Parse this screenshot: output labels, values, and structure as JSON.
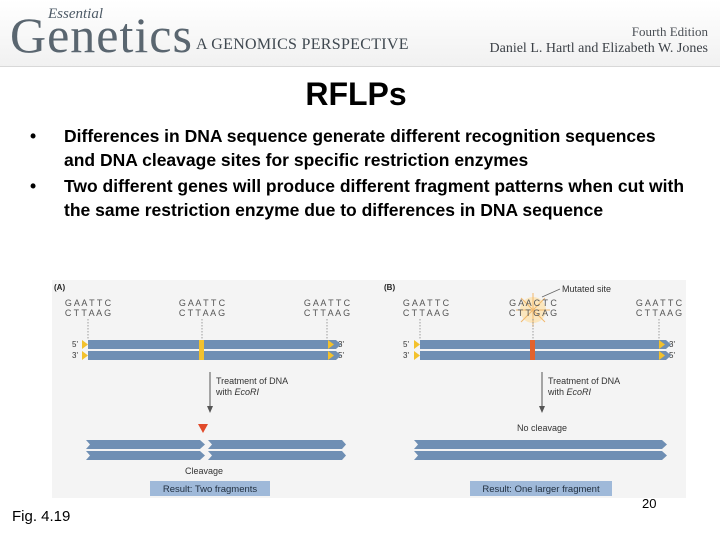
{
  "header": {
    "logo_top": "Essential",
    "logo_main": "Genetics",
    "logo_subtitle": "A GENOMICS PERSPECTIVE",
    "edition": "Fourth Edition",
    "authors": "Daniel L. Hartl and Elizabeth W. Jones"
  },
  "slide": {
    "title": "RFLPs",
    "bullets": [
      "Differences in DNA sequence generate different recognition sequences and DNA cleavage sites for specific restriction enzymes",
      "Two different genes will produce different fragment patterns when cut with the same restriction enzyme due to differences in DNA sequence"
    ],
    "figure_label": "Fig. 4.19",
    "page_number": "20"
  },
  "figure": {
    "panel_a": {
      "letter": "(A)",
      "site_top": "G A A T T C",
      "site_bottom": "C T T A A G",
      "end_5": "5'",
      "end_3": "3'",
      "treatment_line1": "Treatment of DNA",
      "treatment_line2_prefix": "with ",
      "enzyme": "EcoRI",
      "cleavage_label": "Cleavage",
      "result": "Result: Two fragments"
    },
    "panel_b": {
      "letter": "(B)",
      "site_top": "G A A T T C",
      "site_bottom": "C T T A A G",
      "mutated_top": "G A A C T C",
      "mutated_bottom": "C T T G A G",
      "mutated_label": "Mutated site",
      "end_5": "5'",
      "end_3": "3'",
      "treatment_line1": "Treatment of DNA",
      "treatment_line2_prefix": "with ",
      "enzyme": "EcoRI",
      "no_cleavage_label": "No cleavage",
      "result": "Result: One larger fragment"
    },
    "colors": {
      "strand": "#6f8fb4",
      "site_mark": "#f2c12e",
      "mutated_mark": "#e2632e",
      "arrow_tip": "#f3c12c",
      "result_box": "#9fb9d9",
      "cleavage_arrow": "#e14a2a"
    }
  }
}
